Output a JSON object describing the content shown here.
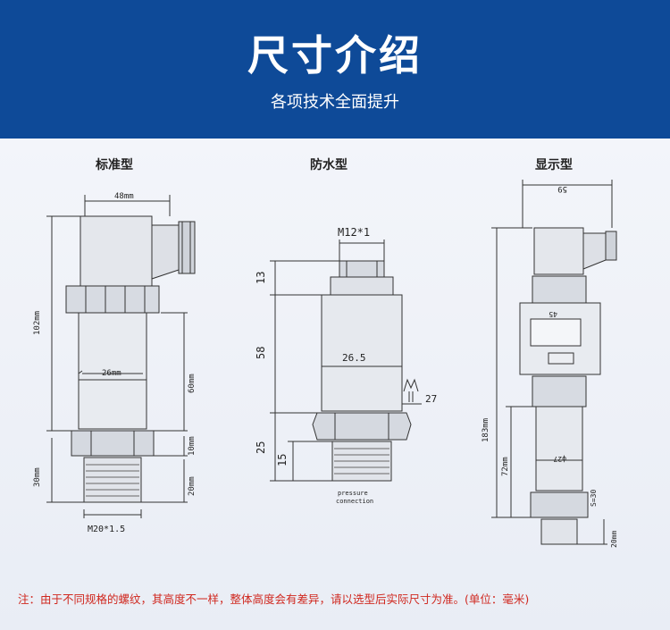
{
  "header": {
    "title": "尺寸介绍",
    "subtitle": "各项技术全面提升"
  },
  "columns": [
    {
      "title": "标准型",
      "dims": {
        "width": "48mm",
        "height": "102mm",
        "body": "26mm",
        "length": "60mm",
        "hex": "10mm",
        "thread_len": "30mm",
        "thread_short": "20mm",
        "thread": "M20*1.5"
      }
    },
    {
      "title": "防水型",
      "dims": {
        "connector": "M12*1",
        "top": "13",
        "body_len": "58",
        "diameter": "26.5",
        "spanner": "27",
        "hex_len": "25",
        "thread_len": "15",
        "port_label_1": "pressure",
        "port_label_2": "connection"
      }
    },
    {
      "title": "显示型",
      "dims": {
        "width": "59",
        "display": "45",
        "height": "183mm",
        "diameter": "ф27",
        "length": "72mm",
        "spanner": "S=30",
        "thread_len": "20mm"
      }
    }
  ],
  "note": "注：由于不同规格的螺纹，其高度不一样，整体高度会有差异，请以选型后实际尺寸为准。(单位：毫米)"
}
